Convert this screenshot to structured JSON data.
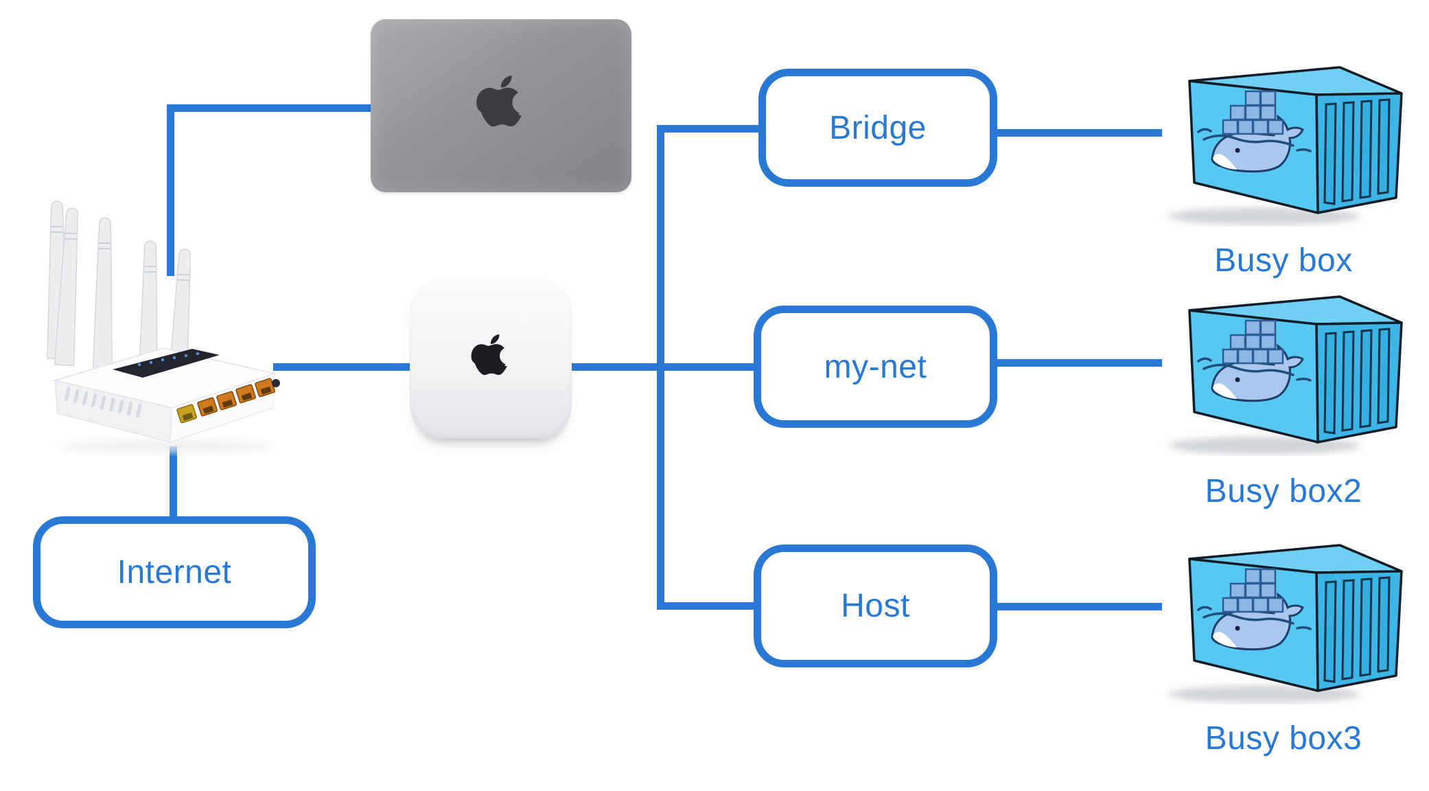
{
  "colors": {
    "accent": "#2878D4",
    "container_fill": "#57C8F2",
    "macbook_gray": "#939498"
  },
  "nodes": {
    "internet": "Internet",
    "bridge": "Bridge",
    "my_net": "my-net",
    "host": "Host"
  },
  "devices": {
    "router": {
      "icon": "wifi-router-icon"
    },
    "macbook": {
      "icon": "macbook-icon"
    },
    "mac_mini": {
      "icon": "mac-mini-icon"
    }
  },
  "containers": [
    {
      "icon": "docker-container-icon",
      "label": "Busy box"
    },
    {
      "icon": "docker-container-icon",
      "label": "Busy box2"
    },
    {
      "icon": "docker-container-icon",
      "label": "Busy box3"
    }
  ]
}
